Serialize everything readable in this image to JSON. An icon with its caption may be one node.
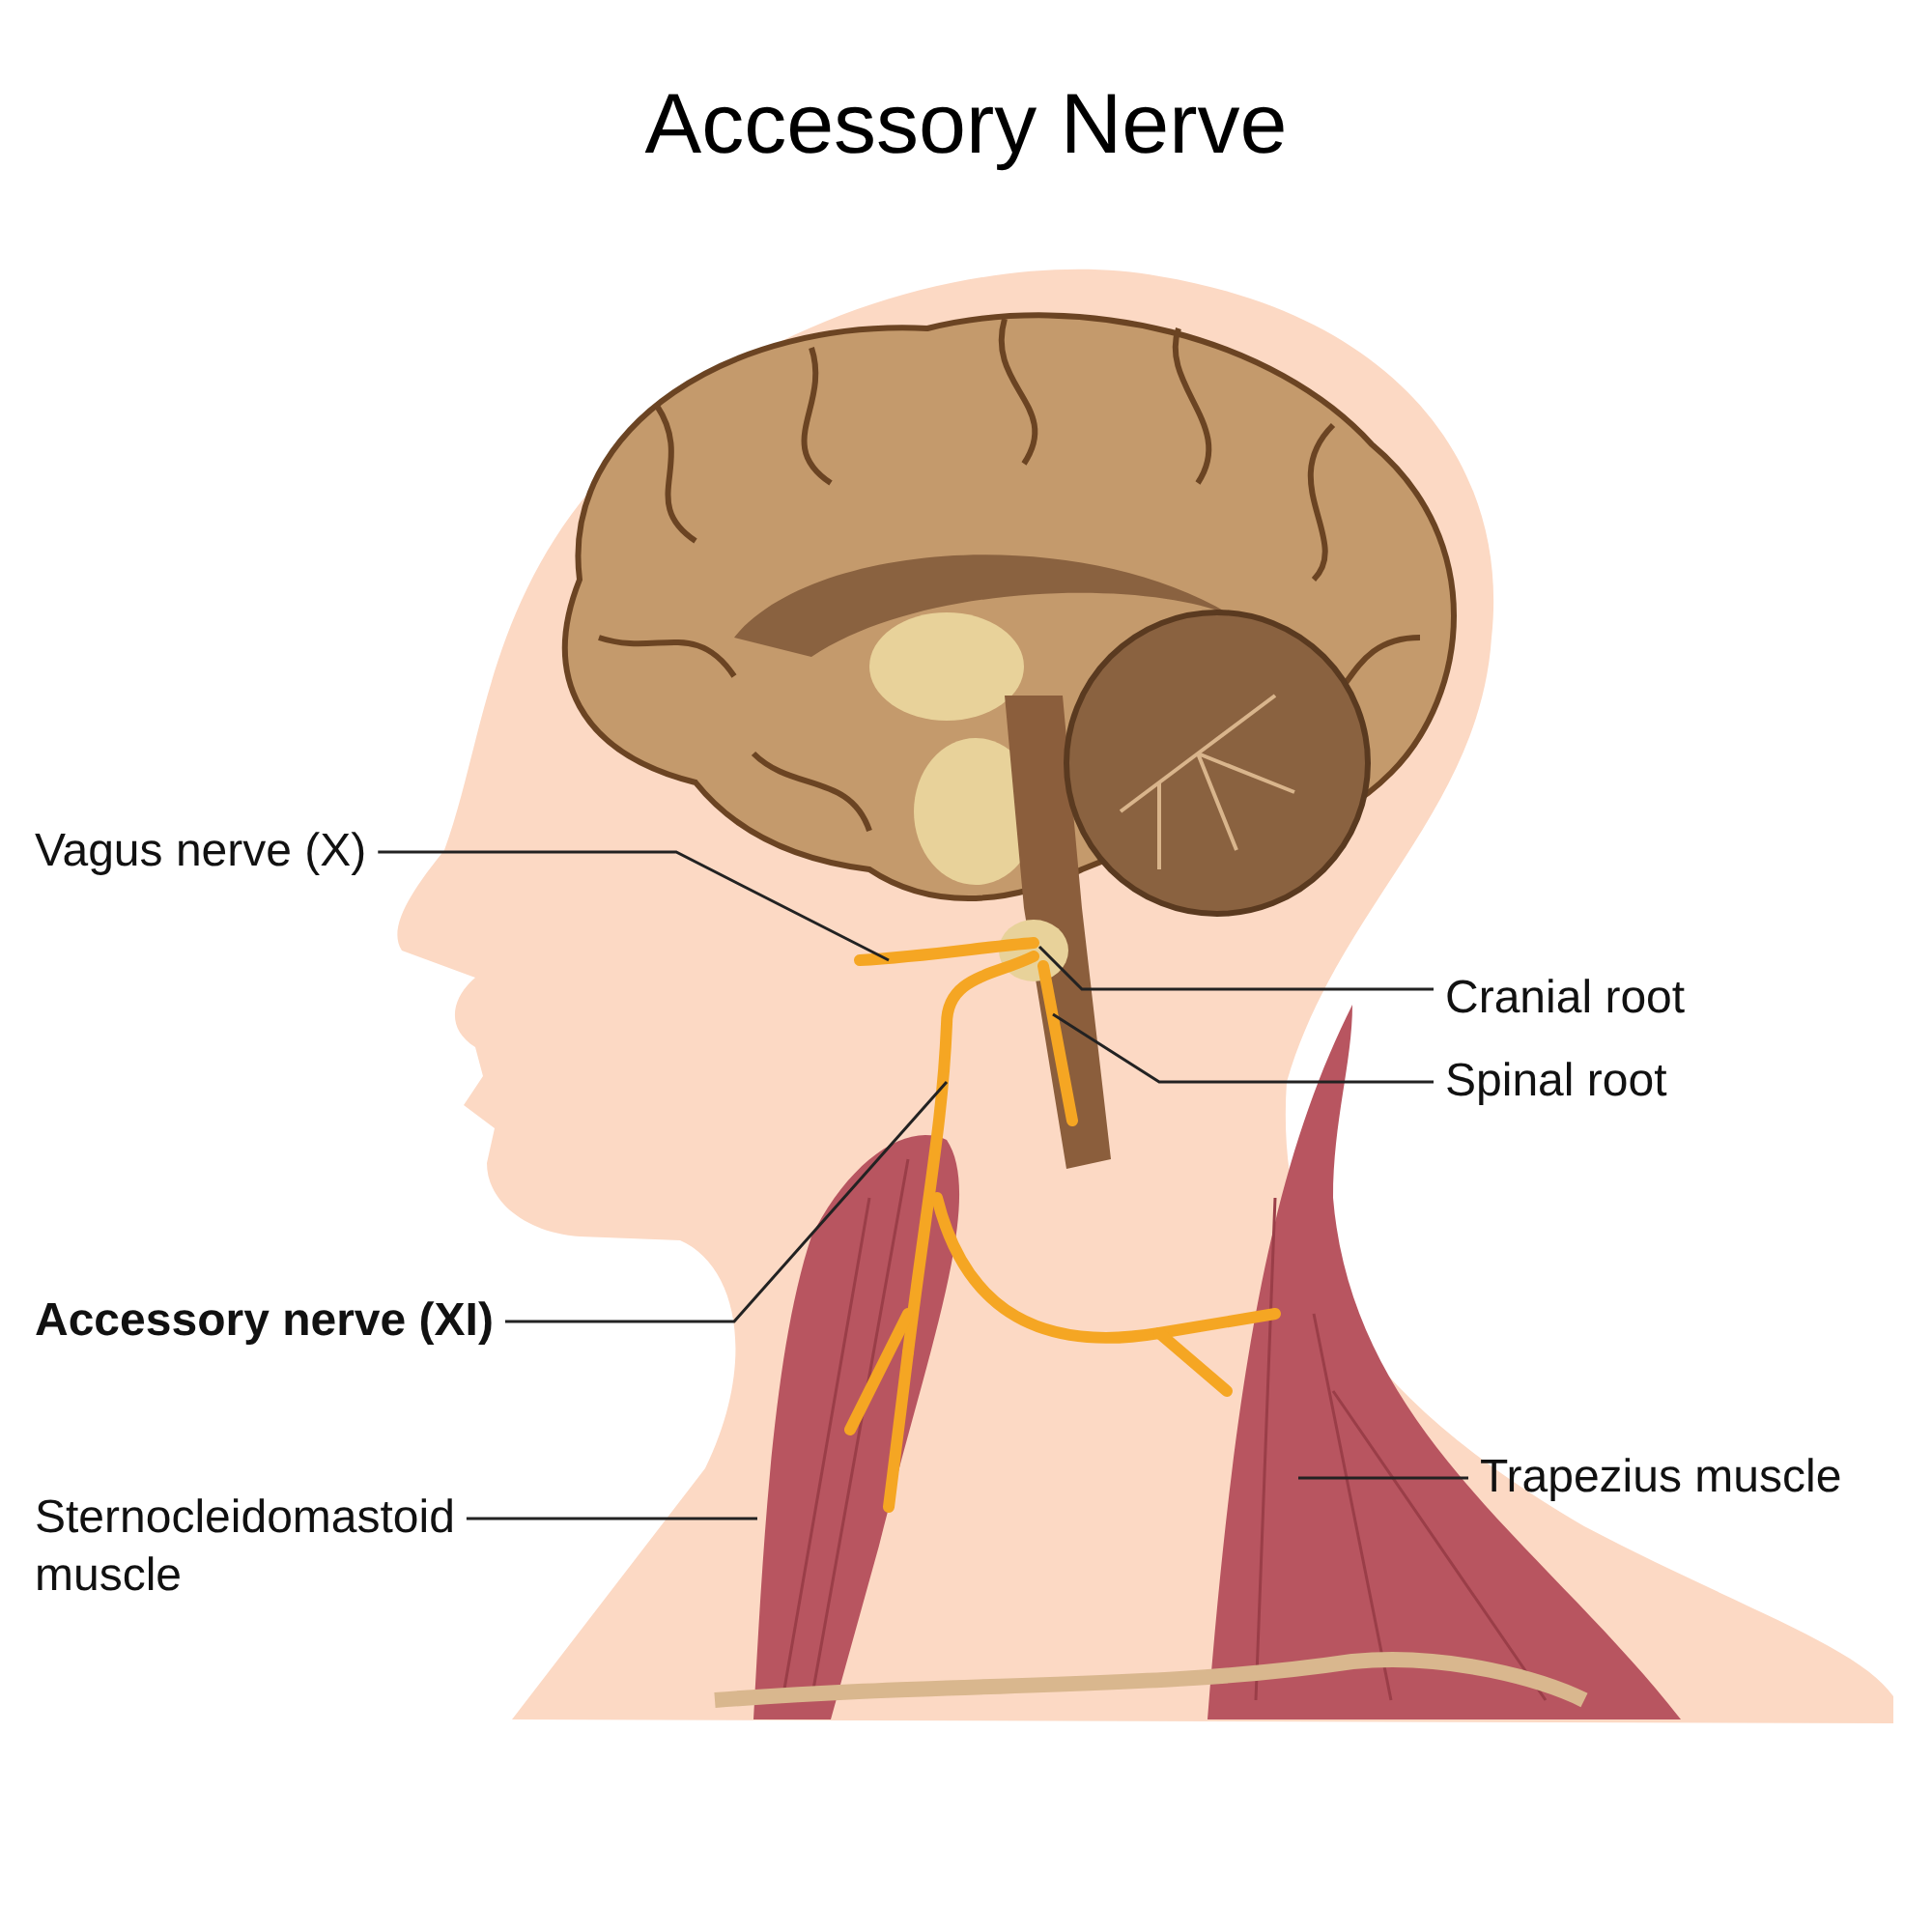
{
  "diagram": {
    "title": "Accessory Nerve",
    "nodes": [
      {
        "text": [
          "Vagus nerve (X)"
        ]
      },
      {
        "text": [
          "Cranial root"
        ]
      },
      {
        "text": [
          "Spinal root"
        ]
      },
      {
        "text": [
          "Accessory nerve (XI)"
        ]
      },
      {
        "text": [
          "Sternocleidomastoid muscle"
        ]
      },
      {
        "text": [
          "Trapezius muscle"
        ]
      }
    ],
    "edges": [
      {
        "from": 0,
        "to": null,
        "arrow": "none"
      },
      {
        "from": 1,
        "to": null,
        "arrow": "none"
      },
      {
        "from": 2,
        "to": null,
        "arrow": "none"
      },
      {
        "from": 3,
        "to": null,
        "arrow": "none"
      },
      {
        "from": 4,
        "to": null,
        "arrow": "none"
      },
      {
        "from": 5,
        "to": null,
        "arrow": "none"
      }
    ]
  }
}
